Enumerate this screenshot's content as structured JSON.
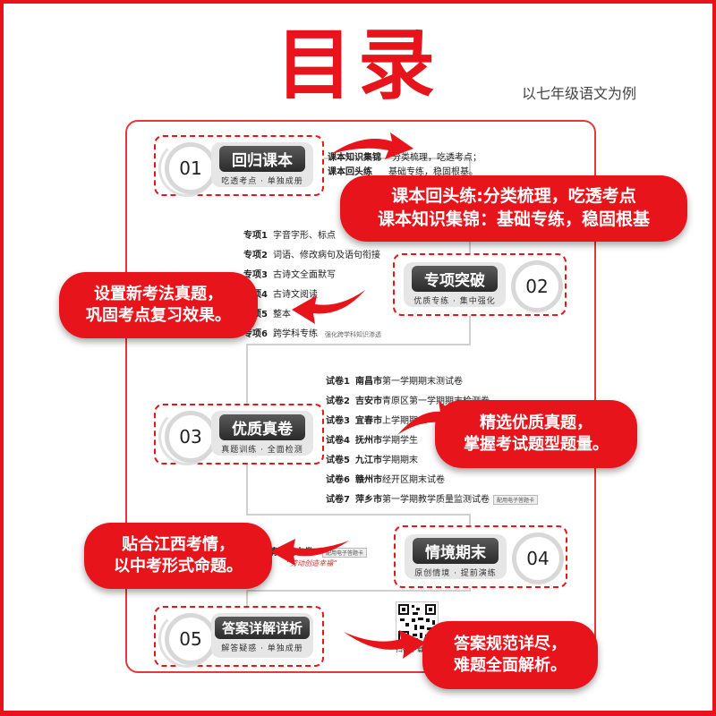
{
  "title": "目录",
  "subtitle": "以七年级语文为例",
  "sections": [
    {
      "num": "01",
      "name": "回归课本",
      "sub": "吃透考点 · 单独成册"
    },
    {
      "num": "02",
      "name": "专项突破",
      "sub": "优质专练 · 集中强化"
    },
    {
      "num": "03",
      "name": "优质真卷",
      "sub": "真题训练 · 全面检测"
    },
    {
      "num": "04",
      "name": "情境期末",
      "sub": "原创情境 · 提前演练"
    },
    {
      "num": "05",
      "name": "答案详解详析",
      "sub": "解答疑惑 · 单独成册"
    }
  ],
  "book_items": [
    {
      "label": "课本知识集锦",
      "text": "分类梳理，吃透考点；"
    },
    {
      "label": "课本回头练",
      "text": "基础专练，稳固根基。"
    }
  ],
  "special_items": [
    {
      "label": "专项1",
      "text": "字音字形、标点"
    },
    {
      "label": "专项2",
      "text": "词语、修改病句及语句衔接"
    },
    {
      "label": "专项3",
      "text": "古诗文全面默写"
    },
    {
      "label": "专项4",
      "text": "古诗文阅读"
    },
    {
      "label": "专项5",
      "text": "整本"
    },
    {
      "label": "专项6",
      "text": "跨学科专练",
      "note": "强化跨学科知识渗透"
    }
  ],
  "exam_items": [
    {
      "label": "试卷1",
      "city": "南昌市",
      "text": "第一学期期末测试卷"
    },
    {
      "label": "试卷2",
      "city": "吉安市",
      "text": "青原区第一学期期末检测卷"
    },
    {
      "label": "试卷3",
      "city": "宜春市",
      "text": "上学期期末"
    },
    {
      "label": "试卷4",
      "city": "抚州市",
      "text": "学期学生"
    },
    {
      "label": "试卷5",
      "city": "九江市",
      "text": "学期期末"
    },
    {
      "label": "试卷6",
      "city": "赣州市",
      "text": "经开区期末试卷"
    },
    {
      "label": "试卷7",
      "city": "萍乡市",
      "text": "第一学期教学质量监测试卷",
      "tag": "配用电子答题卡"
    }
  ],
  "situation": {
    "text": "情境期末卷",
    "tag": "配用电子答题卡",
    "quote": "“劳动创造幸福”"
  },
  "qr_caption": "扫码下载答案",
  "callouts": [
    {
      "line1": "课本回头练:分类梳理，吃透考点",
      "line2": "课本知识集锦：基础专练，稳固根基"
    },
    {
      "line1": "设置新考法真题，",
      "line2": "巩固考点复习效果。"
    },
    {
      "line1": "精选优质真题，",
      "line2": "掌握考试题型题量。"
    },
    {
      "line1": "贴合江西考情，",
      "line2": "以中考形式命题。"
    },
    {
      "line1": "答案规范详尽，",
      "line2": "难题全面解析。"
    }
  ]
}
